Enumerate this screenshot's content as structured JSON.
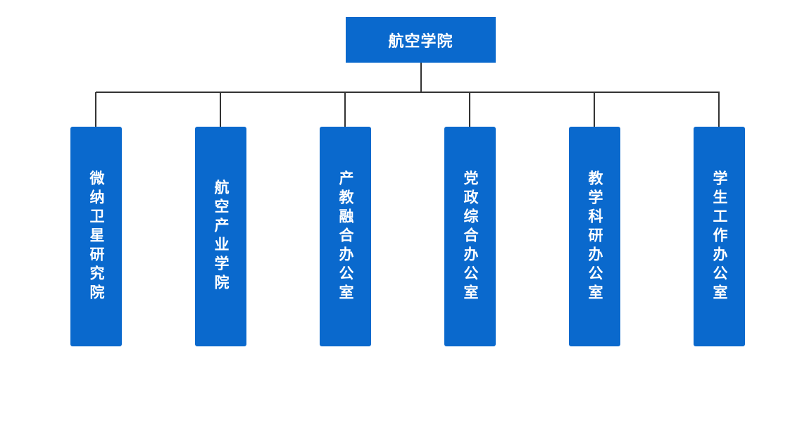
{
  "colors": {
    "node_fill": "#0a69cd",
    "connector": "#333333"
  },
  "root": {
    "label": "航空学院"
  },
  "children": [
    {
      "label": "微纳卫星研究院"
    },
    {
      "label": "航空产业学院"
    },
    {
      "label": "产教融合办公室"
    },
    {
      "label": "党政综合办公室"
    },
    {
      "label": "教学科研办公室"
    },
    {
      "label": "学生工作办公室"
    }
  ]
}
